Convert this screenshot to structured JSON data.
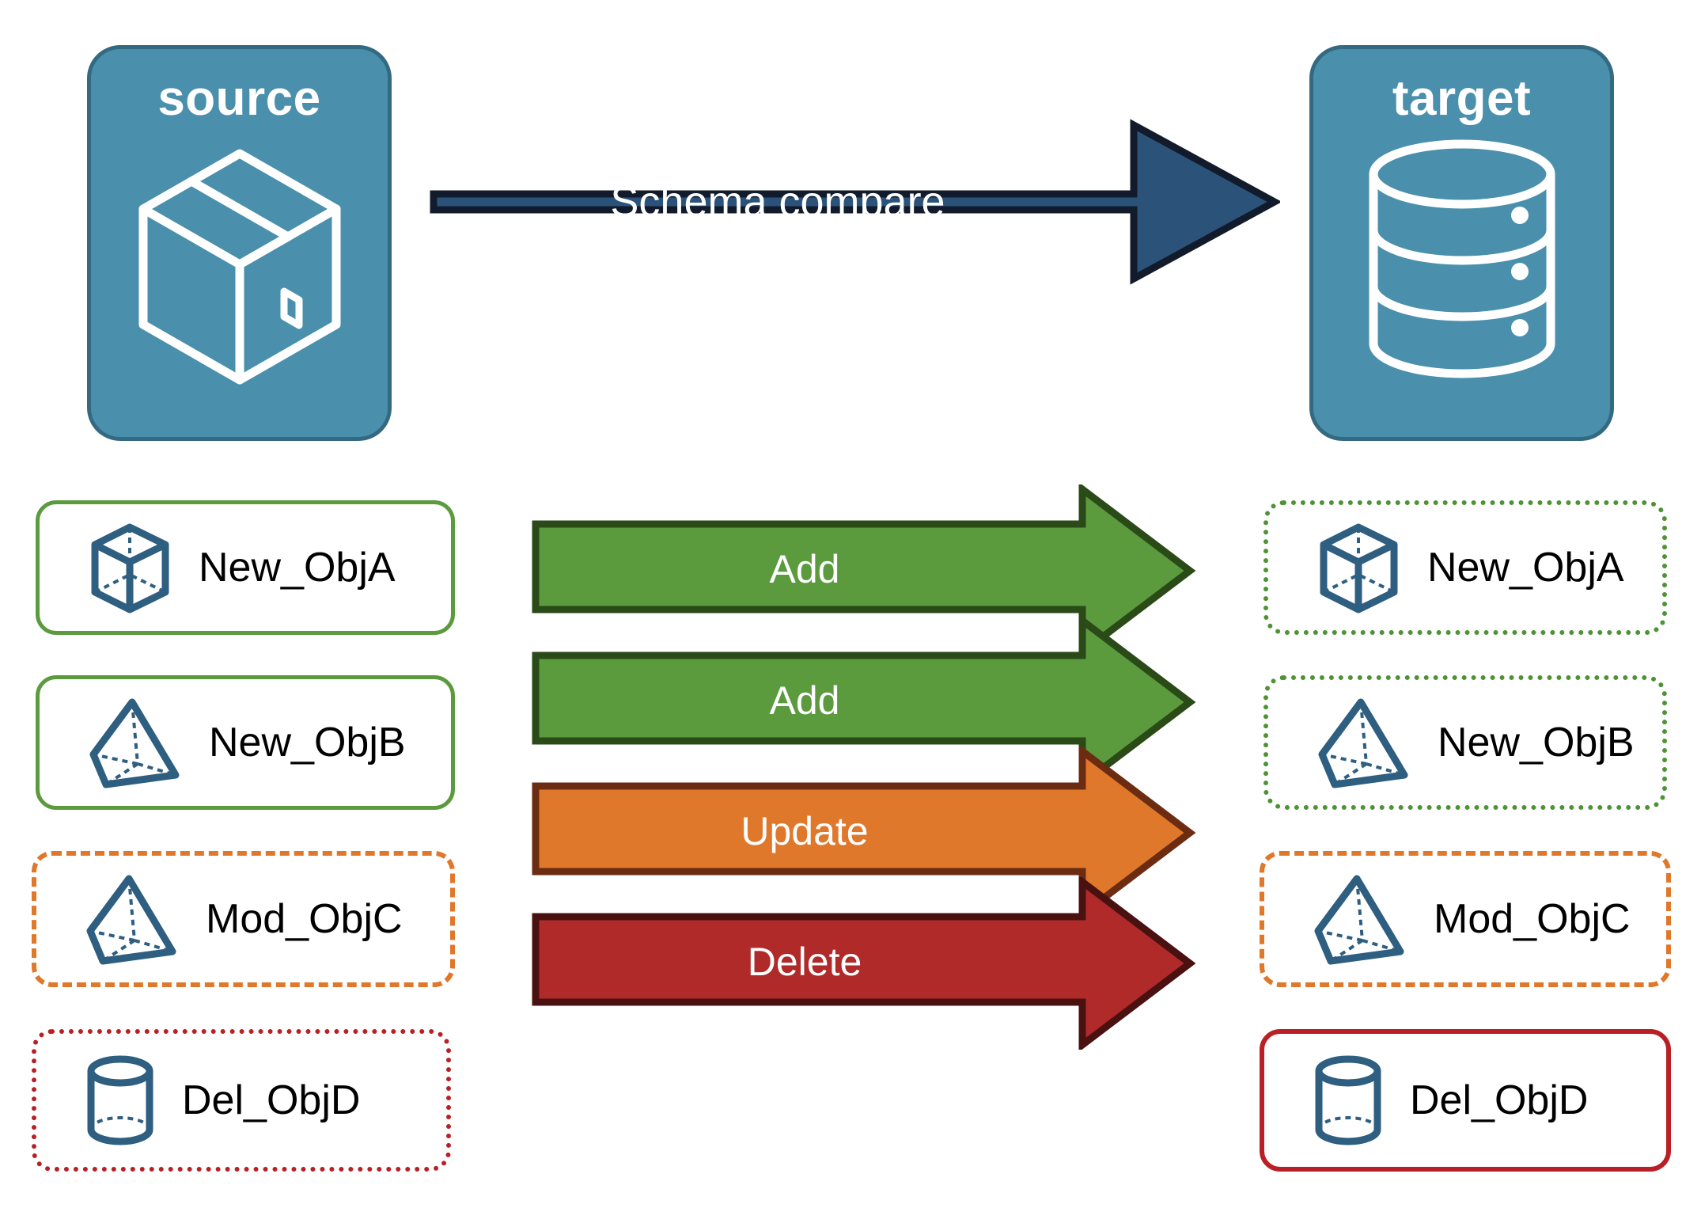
{
  "diagram": {
    "title": "Schema compare source to target",
    "endpoints": [
      {
        "id": "source",
        "label": "source",
        "icon": "package-box-icon"
      },
      {
        "id": "target",
        "label": "target",
        "icon": "database-cylinder-icon"
      }
    ],
    "main_arrow": {
      "label": "Schema compare",
      "fill": "#2B5379",
      "stroke": "#121B2B"
    },
    "rows": [
      {
        "action": "Add",
        "arrow_fill": "#5B9B3E",
        "arrow_stroke": "#2A4A18",
        "source": {
          "label": "New_ObjA",
          "icon": "wireframe-cube-icon",
          "border_style": "solid",
          "border_color": "#5B9B3E"
        },
        "target": {
          "label": "New_ObjA",
          "icon": "wireframe-cube-icon",
          "border_style": "dotted",
          "border_color": "#4E9236"
        }
      },
      {
        "action": "Add",
        "arrow_fill": "#5B9B3E",
        "arrow_stroke": "#2A4A18",
        "source": {
          "label": "New_ObjB",
          "icon": "wireframe-pyramid-icon",
          "border_style": "solid",
          "border_color": "#5B9B3E"
        },
        "target": {
          "label": "New_ObjB",
          "icon": "wireframe-pyramid-icon",
          "border_style": "dotted",
          "border_color": "#4E9236"
        }
      },
      {
        "action": "Update",
        "arrow_fill": "#E0782C",
        "arrow_stroke": "#6B2C12",
        "source": {
          "label": "Mod_ObjC",
          "icon": "wireframe-pyramid-icon",
          "border_style": "dashed",
          "border_color": "#E0782C"
        },
        "target": {
          "label": "Mod_ObjC",
          "icon": "wireframe-pyramid-icon",
          "border_style": "dashed",
          "border_color": "#E0782C"
        }
      },
      {
        "action": "Delete",
        "arrow_fill": "#B02A2A",
        "arrow_stroke": "#4A1111",
        "source": {
          "label": "Del_ObjD",
          "icon": "wireframe-cylinder-icon",
          "border_style": "dotted",
          "border_color": "#B92025"
        },
        "target": {
          "label": "Del_ObjD",
          "icon": "wireframe-cylinder-icon",
          "border_style": "solid",
          "border_color": "#B92025"
        }
      }
    ],
    "colors": {
      "endpoint_fill": "#4A90AC",
      "endpoint_stroke": "#336A82",
      "icon_stroke": "#2E5E80",
      "text": "#000000",
      "background": "#FFFFFF"
    }
  }
}
